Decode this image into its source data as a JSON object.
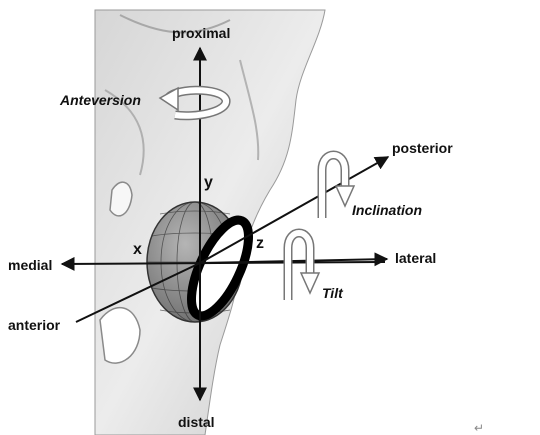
{
  "figure": {
    "labels": {
      "proximal": "proximal",
      "distal": "distal",
      "medial": "medial",
      "lateral": "lateral",
      "posterior": "posterior",
      "anterior": "anterior",
      "x": "x",
      "y": "y",
      "z": "z",
      "anteversion": "Anteversion",
      "inclination": "Inclination",
      "tilt": "Tilt",
      "corner_mark": "↵"
    }
  }
}
